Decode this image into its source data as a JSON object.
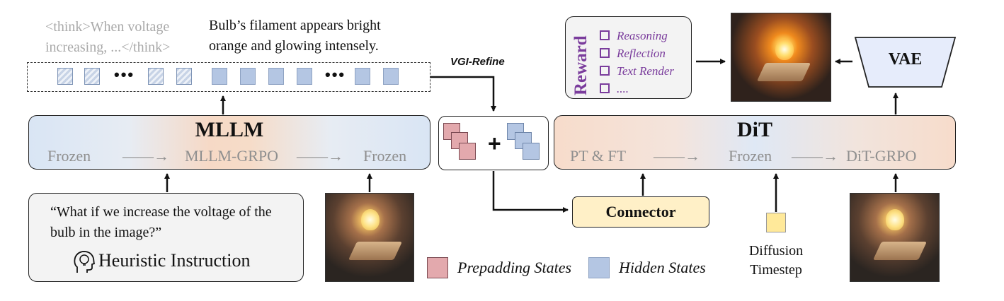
{
  "think_text": "<think>When voltage increasing, ...</think>",
  "answer_text": "Bulb’s filament appears bright orange and glowing intensely.",
  "vgi_refine": "VGI-Refine",
  "token_dots": "•••",
  "mllm": {
    "title": "MLLM",
    "stage1": "Frozen",
    "stage2": "MLLM-GRPO",
    "stage3": "Frozen"
  },
  "dit": {
    "title": "DiT",
    "stage1": "PT & FT",
    "stage2": "Frozen",
    "stage3": "DiT-GRPO"
  },
  "instruction": {
    "quote": "“What if we increase the voltage of the bulb in the image?”",
    "label": "Heuristic Instruction"
  },
  "connector": "Connector",
  "timestep": "Diffusion Timestep",
  "legend": {
    "prepadding": "Prepadding States",
    "hidden": "Hidden States"
  },
  "reward": {
    "title": "Reward",
    "items": [
      "Reasoning",
      "Reflection",
      "Text Render",
      "...."
    ]
  },
  "vae": "VAE",
  "colors": {
    "prepadding": "#e3a9ad",
    "hidden": "#b4c6e3",
    "reward": "#7a3c9c",
    "connector": "#fff0c7",
    "timestep": "#ffe99a"
  }
}
